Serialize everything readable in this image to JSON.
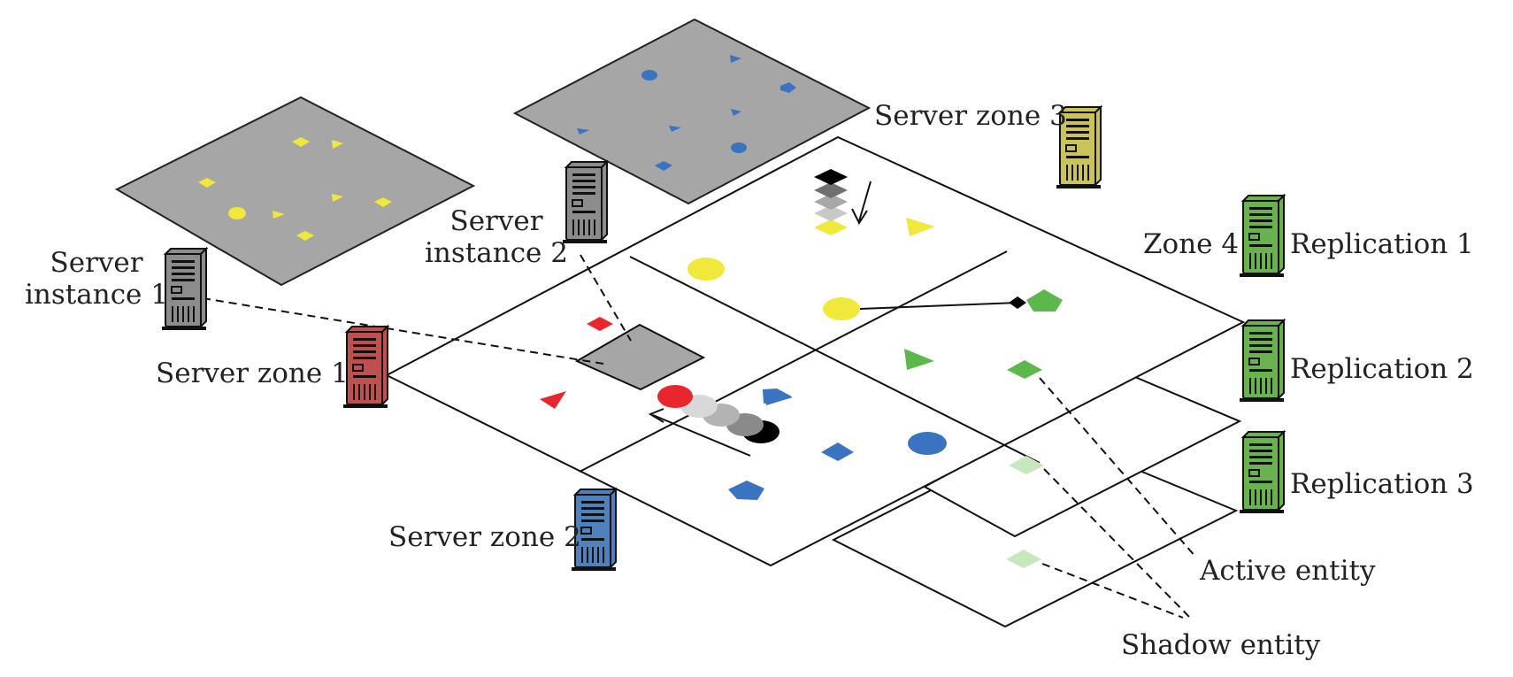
{
  "colors": {
    "red": "#e8262b",
    "blue": "#3a74c1",
    "yellow": "#f0e83a",
    "green": "#5cb84a",
    "shadow_green": "#c6e8bc",
    "instance_grey": "#a6a6a6",
    "server_red": "#c0504d",
    "server_blue": "#4f81bd",
    "server_olive": "#c9c35a",
    "server_green": "#6ab150",
    "server_grey": "#8c8c8c"
  },
  "labels": {
    "server_zone_1": "Server zone 1",
    "server_zone_2": "Server zone 2",
    "server_zone_3": "Server zone 3",
    "zone_4": "Zone 4",
    "server_instance_1_line1": "Server",
    "server_instance_1_line2": "instance 1",
    "server_instance_2_line1": "Server",
    "server_instance_2_line2": "instance 2",
    "replication_1": "Replication 1",
    "replication_2": "Replication 2",
    "replication_3": "Replication 3",
    "active_entity": "Active entity",
    "shadow_entity": "Shadow entity"
  }
}
